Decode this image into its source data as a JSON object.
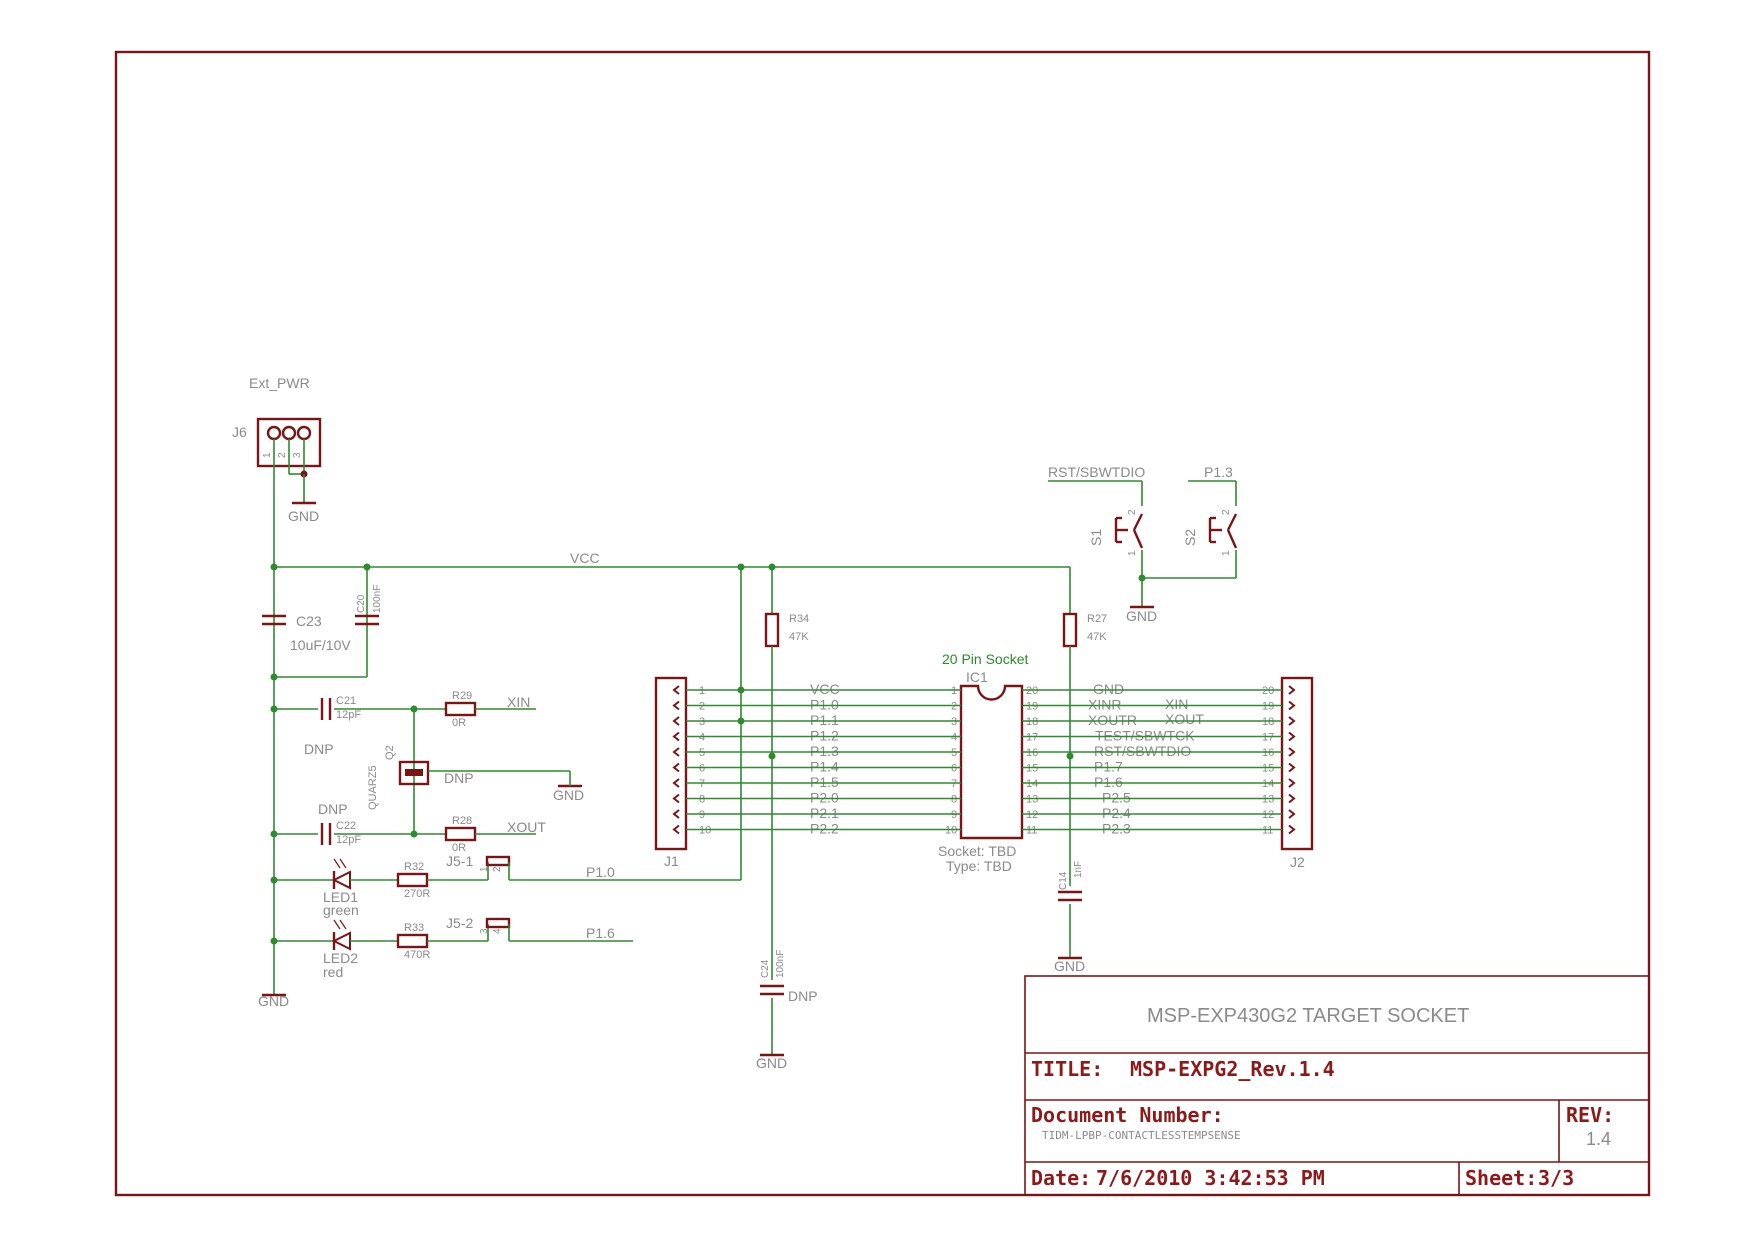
{
  "colors": {
    "frame": "#7a1515",
    "wire": "#2e8b2e",
    "text": "#8a8a8a",
    "title": "#8b1a1a",
    "net_label_green": "#2a8a2a"
  },
  "power": {
    "ext_pwr": "Ext_PWR",
    "j6": "J6",
    "j6_pins": [
      "1",
      "2",
      "3"
    ],
    "gnd": "GND",
    "vcc": "VCC",
    "c23": "C23",
    "c23_val": "10uF/10V",
    "c20": "C20",
    "c20_val": "100nF"
  },
  "crystal": {
    "c21": "C21",
    "c21_val": "12pF",
    "r29": "R29",
    "r29_val": "0R",
    "xin": "XIN",
    "dnp": "DNP",
    "q2": "Q2",
    "quarz": "QUARZ5",
    "dnp_q": "DNP",
    "dnp_c22": "DNP",
    "c22": "C22",
    "c22_val": "12pF",
    "r28": "R28",
    "r28_val": "0R",
    "xout": "XOUT"
  },
  "leds": {
    "r32": "R32",
    "r32_val": "270R",
    "j5_1": "J5-1",
    "led1": "LED1",
    "led1_color": "green",
    "p10": "P1.0",
    "r33": "R33",
    "r33_val": "470R",
    "j5_2": "J5-2",
    "led2": "LED2",
    "led2_color": "red",
    "p16": "P1.6",
    "jpins": [
      "1",
      "2",
      "3",
      "4"
    ]
  },
  "pullups": {
    "r34": "R34",
    "r34_val": "47K",
    "r27": "R27",
    "r27_val": "47K",
    "c24": "C24",
    "c24_val": "100nF",
    "c24_dnp": "DNP",
    "c14": "C14",
    "c14_val": "1nF"
  },
  "switches": {
    "rst": "RST/SBWTDIO",
    "p13": "P1.3",
    "s1": "S1",
    "s2": "S2",
    "pin1": "1",
    "pin2": "2"
  },
  "header_j1": {
    "ref": "J1",
    "pins": [
      "1",
      "2",
      "3",
      "4",
      "5",
      "6",
      "7",
      "8",
      "9",
      "10"
    ],
    "signals": [
      "VCC",
      "P1.0",
      "P1.1",
      "P1.2",
      "P1.3",
      "P1.4",
      "P1.5",
      "P2.0",
      "P2.1",
      "P2.2"
    ]
  },
  "ic1": {
    "title": "20 Pin Socket",
    "ref": "IC1",
    "left_pins": [
      "1",
      "2",
      "3",
      "4",
      "5",
      "6",
      "7",
      "8",
      "9",
      "10"
    ],
    "right_pins": [
      "20",
      "19",
      "18",
      "17",
      "16",
      "15",
      "14",
      "13",
      "12",
      "11"
    ],
    "socket": "Socket: TBD",
    "type": "Type: TBD"
  },
  "header_j2": {
    "ref": "J2",
    "pins": [
      "20",
      "19",
      "18",
      "17",
      "16",
      "15",
      "14",
      "13",
      "12",
      "11"
    ],
    "signals": [
      "GND",
      "XINR",
      "XOUTR",
      "TEST/SBWTCK",
      "RST/SBWTDIO",
      "P1.7",
      "P1.6",
      "P2.5",
      "P2.4",
      "P2.3"
    ],
    "xin": "XIN",
    "xout": "XOUT"
  },
  "title_block": {
    "heading": "MSP-EXP430G2 TARGET SOCKET",
    "title_label": "TITLE:",
    "title_value": "MSP-EXPG2_Rev.1.4",
    "docnum_label": "Document Number:",
    "docnum_value": "TIDM-LPBP-CONTACTLESSTEMPSENSE",
    "rev_label": "REV:",
    "rev_value": "1.4",
    "date_label": "Date:",
    "date_value": "7/6/2010 3:42:53 PM",
    "sheet_label": "Sheet:",
    "sheet_value": "3/3"
  }
}
